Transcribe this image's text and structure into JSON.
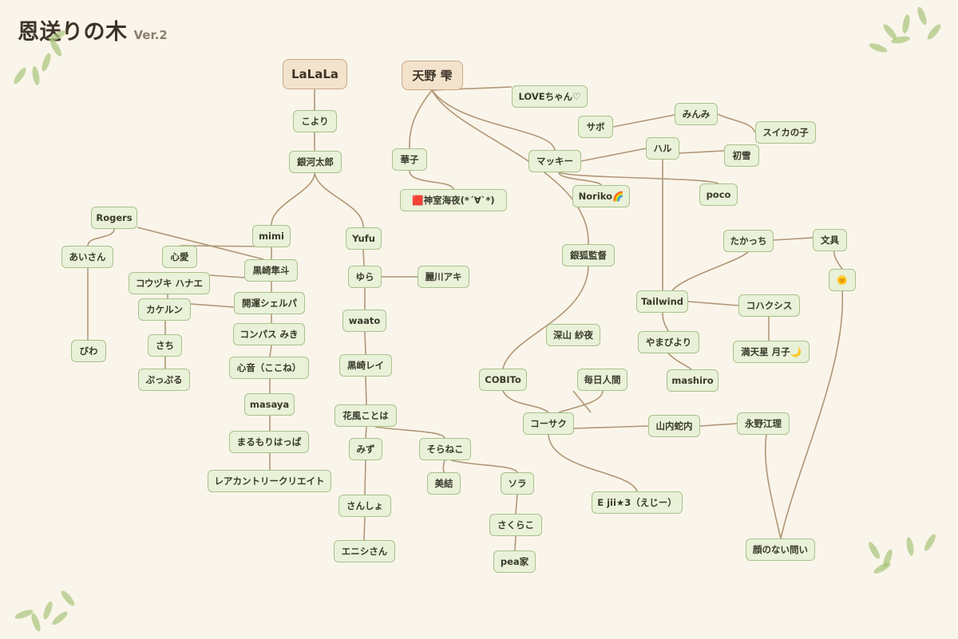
{
  "title": "恩送りの木",
  "version": "Ver.2",
  "colors": {
    "background": "#faf5ea",
    "node_fill": "#e9f1d8",
    "node_border": "#a7c28c",
    "root_fill": "#f3e3cd",
    "root_border": "#c9a887",
    "edge": "#b09676",
    "leaf": "#a8c47a"
  },
  "nodes": {
    "lalala": "LaLaLa",
    "amano": "天野 雫",
    "koyori": "こより",
    "gingataro": "銀河太郎",
    "rogers": "Rogers",
    "aisan": "あいさん",
    "biwa": "びわ",
    "shinai": "心愛",
    "mimi": "mimi",
    "kurosaki_hayato": "黒崎隼斗",
    "kouzuki": "コウヅキ ハナエ",
    "kaserun": "カケルン",
    "kaiun": "開運シェルパ",
    "sachi": "さち",
    "compass": "コンパス みき",
    "pupuru": "ぷっぷる",
    "kokone": "心音（ここね）",
    "masaya": "masaya",
    "marumori": "まるもりはっぱ",
    "rare": "レアカントリークリエイト",
    "yufu": "Yufu",
    "yura": "ゆら",
    "reikawa": "麗川アキ",
    "waato": "waato",
    "kurosaki_rei": "黒崎レイ",
    "kazahana": "花風ことは",
    "mizu": "みず",
    "soraneko": "そらねこ",
    "sanshou": "さんしょ",
    "mieru": "美結",
    "sora": "ソラ",
    "enishi": "エニシさん",
    "sakurako": "さくらこ",
    "peaya": "pea家",
    "hanako": "華子",
    "kamimuro": "🟥神室海夜(*´∀`*)",
    "lovechan": "LOVEちゃん♡",
    "sabo": "サボ",
    "minmi": "みんみ",
    "suika": "スイカの子",
    "mackey": "マッキー",
    "haru": "ハル",
    "hatsuyuki": "初雪",
    "noriko": "Noriko🌈",
    "poco": "poco",
    "ginko": "銀狐監督",
    "fukami": "深山 紗夜",
    "cobito": "COBITo",
    "mainichi": "毎日人間",
    "kosaku": "コーサク",
    "yamauchi": "山内蛇内",
    "nagano": "永野江理",
    "eji": "E jii★3（えじー）",
    "kao": "顔のない問い",
    "takacchi": "たかっち",
    "bungu": "文具",
    "sun": "🌞",
    "tailwind": "Tailwind",
    "kohakushisu": "コハクシス",
    "yamabiyori": "やまびより",
    "mantenboshi": "満天星 月子🌙",
    "mashiro": "mashiro"
  }
}
